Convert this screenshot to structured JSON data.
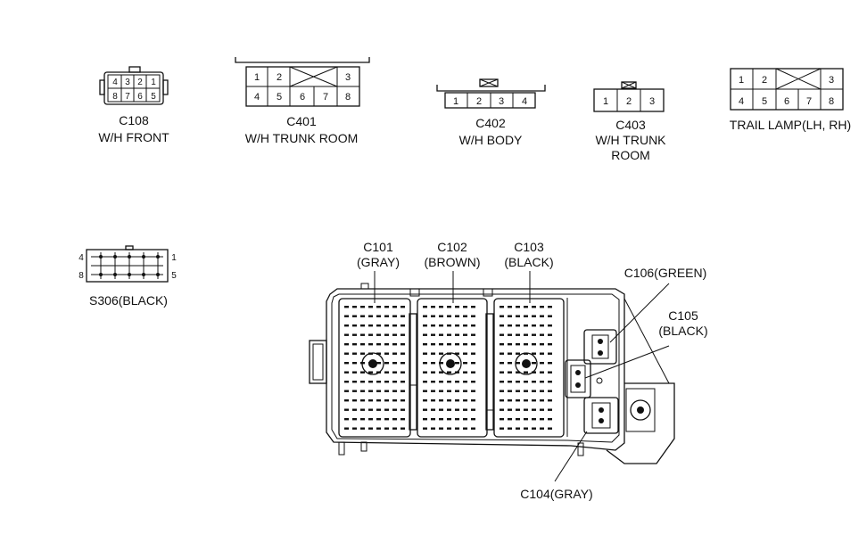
{
  "connectors": {
    "c108": {
      "code": "C108",
      "desc": "W/H FRONT",
      "pins_top": [
        "4",
        "3",
        "2",
        "1"
      ],
      "pins_bottom": [
        "8",
        "7",
        "6",
        "5"
      ]
    },
    "c401": {
      "code": "C401",
      "desc": "W/H TRUNK ROOM",
      "pins_top": [
        "1",
        "2",
        "3"
      ],
      "pins_bottom": [
        "4",
        "5",
        "6",
        "7",
        "8"
      ]
    },
    "c402": {
      "code": "C402",
      "desc": "W/H BODY",
      "pins": [
        "1",
        "2",
        "3",
        "4"
      ]
    },
    "c403": {
      "code": "C403",
      "desc_line1": "W/H TRUNK",
      "desc_line2": "ROOM",
      "pins": [
        "1",
        "2",
        "3"
      ]
    },
    "trail": {
      "desc": "TRAIL LAMP(LH, RH)",
      "pins_top": [
        "1",
        "2",
        "3"
      ],
      "pins_bottom": [
        "4",
        "5",
        "6",
        "7",
        "8"
      ]
    },
    "s306": {
      "code": "S306(BLACK)",
      "pin_left_top": "4",
      "pin_left_bottom": "8",
      "pin_right_top": "1",
      "pin_right_bottom": "5"
    }
  },
  "junction_box": {
    "c101": {
      "code": "C101",
      "color": "(GRAY)"
    },
    "c102": {
      "code": "C102",
      "color": "(BROWN)"
    },
    "c103": {
      "code": "C103",
      "color": "(BLACK)"
    },
    "c104": "C104(GRAY)",
    "c105": {
      "code": "C105",
      "color": "(BLACK)"
    },
    "c106": "C106(GREEN)"
  }
}
